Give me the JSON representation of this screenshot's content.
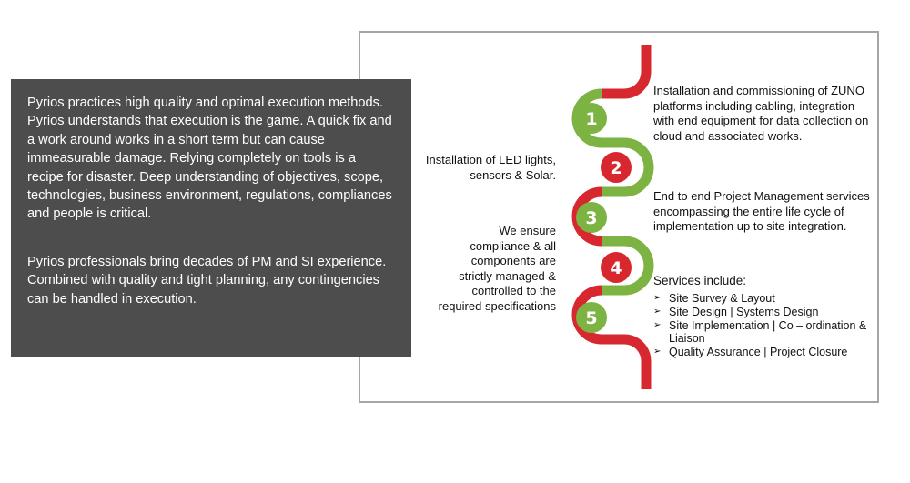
{
  "intro": {
    "paragraph1": "Pyrios practices high quality and optimal execution methods. Pyrios understands that execution is the game. A quick fix and a work around works in a short term but can cause immeasurable damage. Relying completely on tools is a recipe for disaster. Deep understanding of objectives, scope, technologies, business environment, regulations, compliances and people is critical.",
    "paragraph2": "Pyrios professionals bring decades of PM and SI experience. Combined with quality and tight planning, any contingencies can be handled in execution."
  },
  "steps": [
    "1",
    "2",
    "3",
    "4",
    "5"
  ],
  "descriptions": {
    "installation": "Installation and commissioning of ZUNO platforms including cabling, integration with end equipment for data collection on cloud and associated works.",
    "led": "Installation of LED lights, sensors & Solar.",
    "pm": "End to end Project Management services encompassing the entire life cycle of implementation up to site integration.",
    "compliance": "We ensure compliance & all components are strictly managed & controlled to the required specifications"
  },
  "services": {
    "heading": "Services include:",
    "items": [
      "Site Survey & Layout",
      "Site Design | Systems Design",
      "Site Implementation | Co – ordination & Liaison",
      "Quality Assurance | Project Closure"
    ]
  },
  "colors": {
    "red": "#d7282f",
    "green": "#7cb342",
    "panel": "#4d4d4d",
    "frame": "#a6a6a6"
  }
}
